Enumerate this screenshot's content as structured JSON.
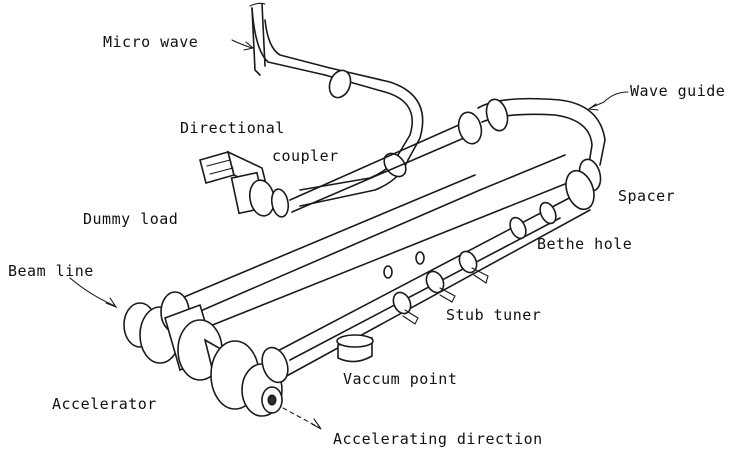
{
  "labels": {
    "micro_wave": "Micro wave",
    "wave_guide": "Wave guide",
    "directional": "Directional",
    "coupler": "coupler",
    "dummy_load": "Dummy load",
    "spacer": "Spacer",
    "bethe_hole": "Bethe hole",
    "beam_line": "Beam line",
    "stub_tuner": "Stub tuner",
    "vaccum_point": "Vaccum point",
    "accelerator": "Accelerator",
    "accelerating_direction": "Accelerating direction"
  }
}
